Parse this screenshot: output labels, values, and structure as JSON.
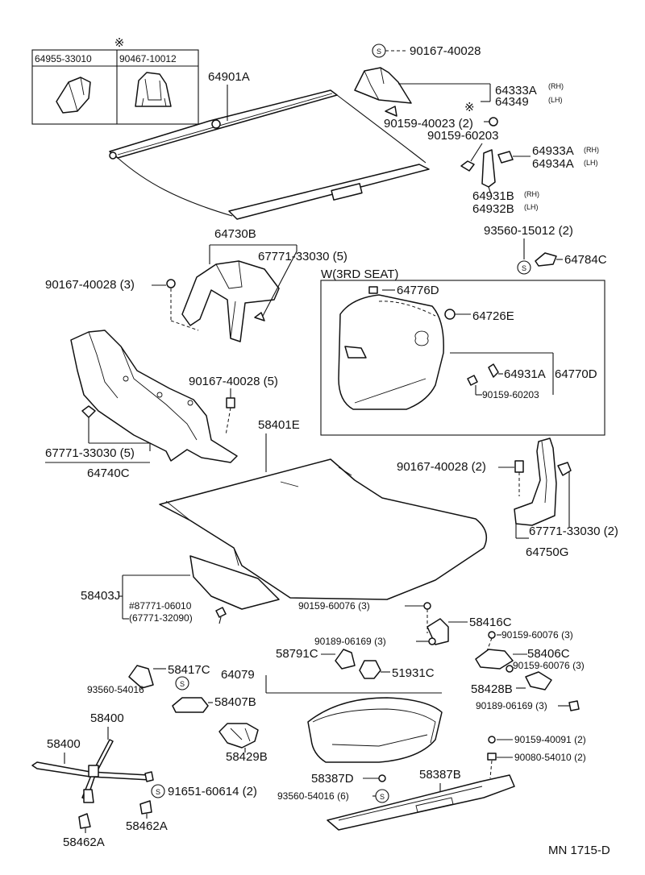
{
  "inset_table": {
    "star": "※",
    "col1": "64955-33010",
    "col2": "90467-10012"
  },
  "labels": {
    "p64901A": "64901A",
    "p90167_40028_top": "90167-40028",
    "p64333A": "64333A",
    "rh": "(RH)",
    "lh": "(LH)",
    "p64349": "64349",
    "star": "※",
    "p90159_40023": "90159-40023 (2)",
    "p90159_60203_top": "90159-60203",
    "p64933A": "64933A",
    "p64934A": "64934A",
    "p64931B": "64931B",
    "p64932B": "64932B",
    "p93560_15012": "93560-15012 (2)",
    "p64784C": "64784C",
    "p64730B": "64730B",
    "p67771_33030_5_top": "67771-33030 (5)",
    "p90167_40028_3": "90167-40028 (3)",
    "w3rd": "W(3RD  SEAT)",
    "p64776D": "64776D",
    "p64726E": "64726E",
    "p64931A": "64931A",
    "p64770D": "64770D",
    "p90159_60203_box": "90159-60203",
    "p90167_40028_5": "90167-40028 (5)",
    "p58401E": "58401E",
    "p67771_33030_5_left": "67771-33030 (5)",
    "p64740C": "64740C",
    "p90167_40028_2": "90167-40028 (2)",
    "p67771_33030_2": "67771-33030 (2)",
    "p64750G": "64750G",
    "p58403J": "58403J",
    "p87771_06010": "#87771-06010",
    "p67771_32090": "(67771-32090)",
    "p90159_60076_a": "90159-60076 (3)",
    "p58416C": "58416C",
    "p90189_06169_a": "90189-06169 (3)",
    "p90159_60076_b": "90159-60076 (3)",
    "p58791C": "58791C",
    "p64079": "64079",
    "p51931C": "51931C",
    "p58406C": "58406C",
    "p90159_60076_c": "90159-60076 (3)",
    "p58417C": "58417C",
    "p93560_54016": "93560-54016",
    "p58407B": "58407B",
    "p58428B": "58428B",
    "p90189_06169_b": "90189-06169 (3)",
    "p58400_top": "58400",
    "p58400_left": "58400",
    "p58429B": "58429B",
    "p90159_40091": "90159-40091 (2)",
    "p90080_54010": "90080-54010 (2)",
    "p58387D": "58387D",
    "p58387B": "58387B",
    "p91651_60614": "91651-60614 (2)",
    "p93560_54016_6": "93560-54016 (6)",
    "p58462A_right": "58462A",
    "p58462A_left": "58462A",
    "s_mark": "S",
    "footer": "MN 1715-D"
  }
}
